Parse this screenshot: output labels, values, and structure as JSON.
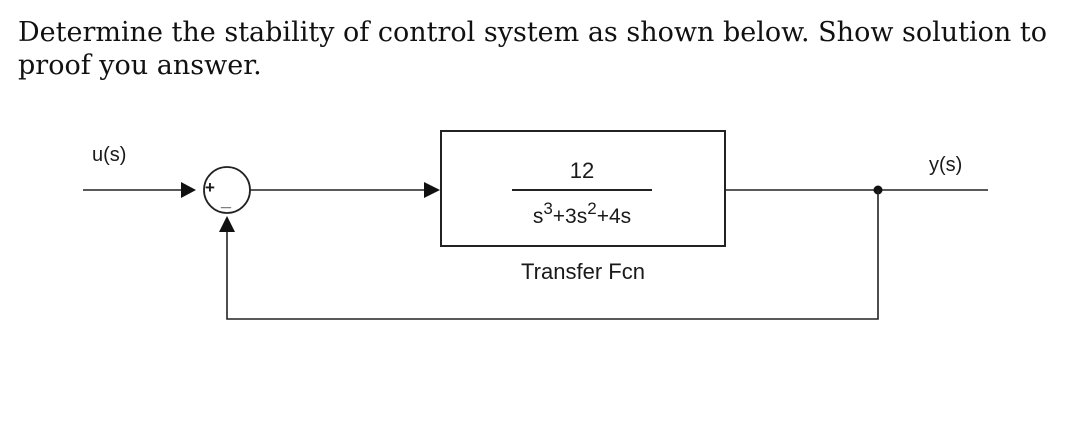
{
  "question": {
    "line1": "Determine the stability of control system as shown below. Show solution to",
    "line2": "proof you answer."
  },
  "diagram": {
    "input_label": "u(s)",
    "output_label": "y(s)",
    "sum_plus": "+",
    "sum_minus": "_",
    "tf_numerator": "12",
    "tf_denominator": {
      "t1": "s",
      "e1": "3",
      "t2": "+3s",
      "e2": "2",
      "t3": "+4s"
    },
    "block_caption": "Transfer Fcn"
  }
}
